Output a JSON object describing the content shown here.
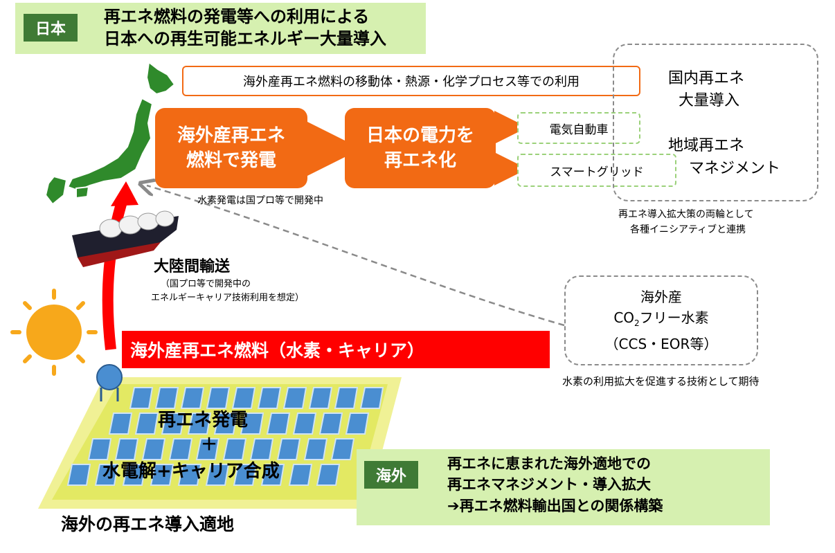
{
  "header": {
    "tag": "日本",
    "title_line1": "再エネ燃料の発電等への利用による",
    "title_line2": "日本への再生可能エネルギー大量導入"
  },
  "usage_box": "海外産再エネ燃料の移動体・熱源・化学プロセス等での利用",
  "flow": {
    "power_box_line1": "海外産再エネ",
    "power_box_line2": "燃料で発電",
    "grid_box_line1": "日本の電力を",
    "grid_box_line2": "再エネ化",
    "ev": "電気自動車",
    "smartgrid": "スマートグリッド",
    "hydrogen_note": "水素発電は国プロ等で開発中"
  },
  "domestic": {
    "line1": "国内再エネ",
    "line2": "大量導入",
    "line3": "地域再エネ",
    "line4": "マネジメント",
    "note_line1": "再エネ導入拡大策の両輪として",
    "note_line2": "各種イニシアティブと連携"
  },
  "transport": {
    "title": "大陸間輸送",
    "note_line1": "（国プロ等で開発中の",
    "note_line2": "エネルギーキャリア技術利用を想定）"
  },
  "co2free": {
    "line1": "海外産",
    "line2_prefix": "CO",
    "line2_sub": "2",
    "line2_suffix": "フリー水素",
    "line3": "（CCS・EOR等）",
    "note": "水素の利用拡大を促進する技術として期待"
  },
  "fuel_band": "海外産再エネ燃料（水素・キャリア）",
  "site": {
    "line1": "再エネ発電",
    "line2": "＋",
    "line3": "水電解+キャリア合成",
    "caption": "海外の再エネ導入適地"
  },
  "overseas": {
    "tag": "海外",
    "line1": "再エネに恵まれた海外適地での",
    "line2": "再エネマネジメント・導入拡大",
    "line3": "➔再エネ燃料輸出国との関係構築"
  },
  "colors": {
    "orange": "#f26a14",
    "green_band": "#d6f0b0",
    "green_tag": "#3f7a35",
    "red": "#ff0000",
    "japan_green": "#2f8a2b",
    "sun": "#f7a81b"
  }
}
